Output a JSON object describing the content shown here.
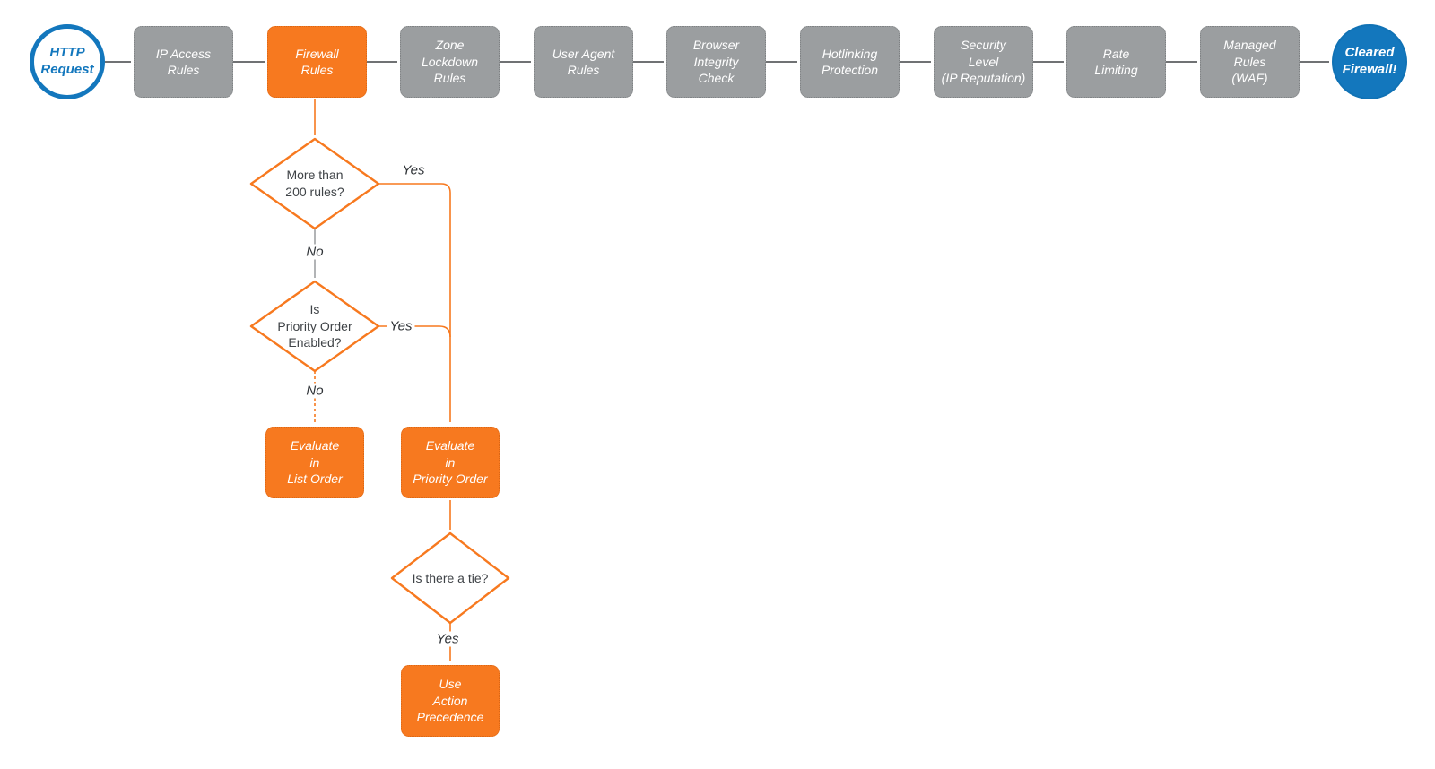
{
  "diagram": {
    "description": "Firewall request-processing flowchart",
    "background": "#ffffff"
  },
  "colors": {
    "orange": "#F7791F",
    "blue": "#1377BD",
    "gray_box": "#9B9EA0",
    "arrow_gray": "#5B5E61",
    "diamond_text": "#3F4347",
    "white": "#ffffff"
  },
  "nodes": {
    "start": {
      "label": "HTTP\nRequest"
    },
    "end": {
      "label": "Cleared\nFirewall!"
    },
    "pipeline": [
      {
        "label": "IP Access\nRules"
      },
      {
        "label": "Firewall\nRules"
      },
      {
        "label": "Zone\nLockdown\nRules"
      },
      {
        "label": "User Agent\nRules"
      },
      {
        "label": "Browser\nIntegrity\nCheck"
      },
      {
        "label": "Hotlinking\nProtection"
      },
      {
        "label": "Security\nLevel\n(IP Reputation)"
      },
      {
        "label": "Rate\nLimiting"
      },
      {
        "label": "Managed\nRules\n(WAF)"
      }
    ],
    "decisions": [
      {
        "label": "More than\n200 rules?"
      },
      {
        "label": "Is\nPriority Order\nEnabled?"
      },
      {
        "label": "Is there a tie?"
      }
    ],
    "actions": [
      {
        "label": "Evaluate\nin\nList Order"
      },
      {
        "label": "Evaluate\nin\nPriority Order"
      },
      {
        "label": "Use\nAction\nPrecedence"
      }
    ]
  },
  "edge_labels": {
    "d1_yes": "Yes",
    "d1_no": "No",
    "d2_yes": "Yes",
    "d2_no": "No",
    "d3_yes": "Yes"
  }
}
